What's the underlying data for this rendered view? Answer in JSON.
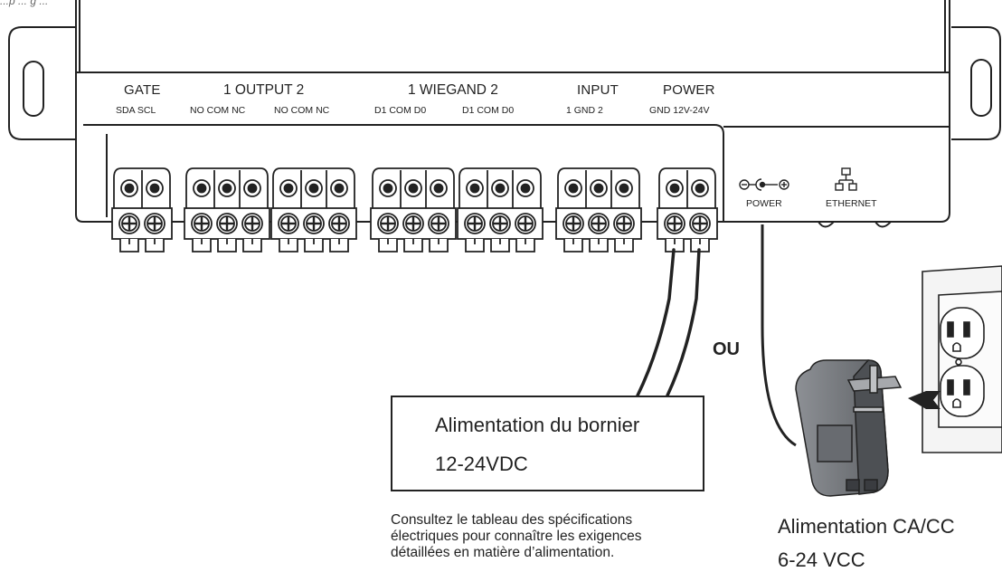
{
  "caption_partial": "...p ... g ...",
  "header": {
    "groups": [
      {
        "id": "gate",
        "label": "GATE",
        "pins": "SDA  SCL"
      },
      {
        "id": "output",
        "label": "1  OUTPUT  2",
        "pins_1": "NO COM NC",
        "pins_2": "NO COM NC"
      },
      {
        "id": "wiegand",
        "label": "1 WIEGAND 2",
        "pins_1": "D1  COM  D0",
        "pins_2": "D1  COM  D0"
      },
      {
        "id": "input",
        "label": "INPUT",
        "pins": "1   GND   2"
      },
      {
        "id": "power",
        "label": "POWER",
        "pins": "GND  12V-24V"
      }
    ]
  },
  "ports": {
    "power_label": "POWER",
    "ethernet_label": "ETHERNET",
    "power_icon": "dc-polarity-icon",
    "ethernet_icon": "network-icon"
  },
  "or_label": "OU",
  "terminal_box": {
    "line1": "Alimentation du bornier",
    "line2": "12-24VDC"
  },
  "note": {
    "line1": "Consultez le tableau des spécifications",
    "line2": "électriques pour connaître les exigences",
    "line3": "détaillées en matière d’alimentation."
  },
  "adapter": {
    "line1": "Alimentation CA/CC",
    "line2": "6-24 VCC"
  },
  "colors": {
    "stroke": "#222222",
    "adapter_body": "#777a7e",
    "adapter_dark": "#4d5054",
    "wall_plate": "#f4f4f4"
  }
}
